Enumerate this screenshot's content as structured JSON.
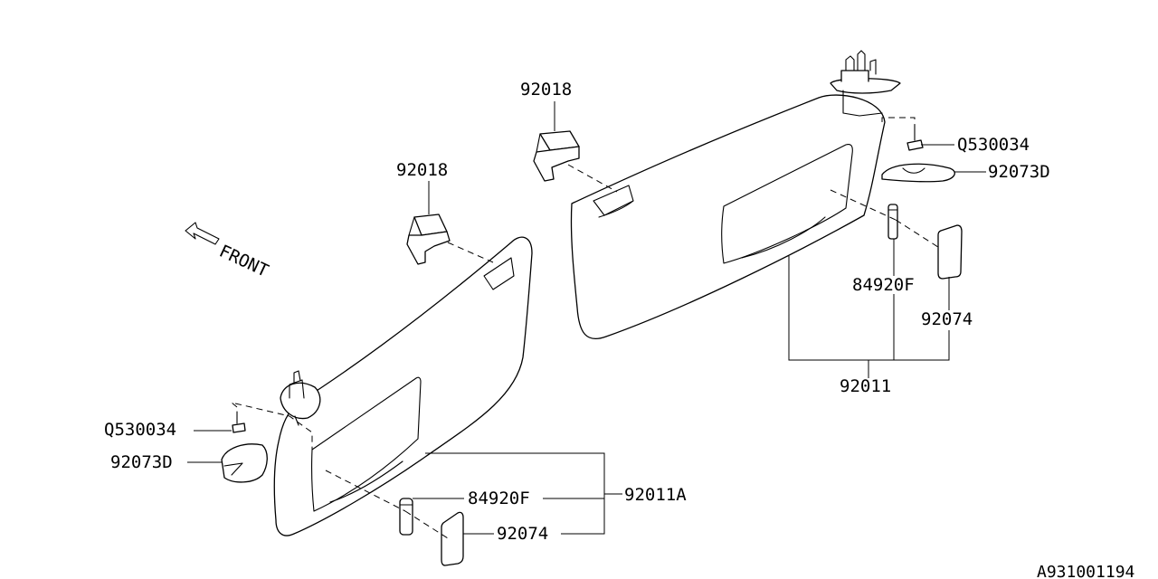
{
  "front_label": "FRONT",
  "diagram_id": "A931001194",
  "labels": {
    "hook_right": "92018",
    "hook_left": "92018",
    "screw_right": "Q530034",
    "cover_right": "92073D",
    "pin_right": "84920F",
    "mirror_right": "92074",
    "visor_right": "92011",
    "screw_left": "Q530034",
    "cover_left": "92073D",
    "pin_left": "84920F",
    "mirror_left": "92074",
    "visor_left": "92011A"
  }
}
